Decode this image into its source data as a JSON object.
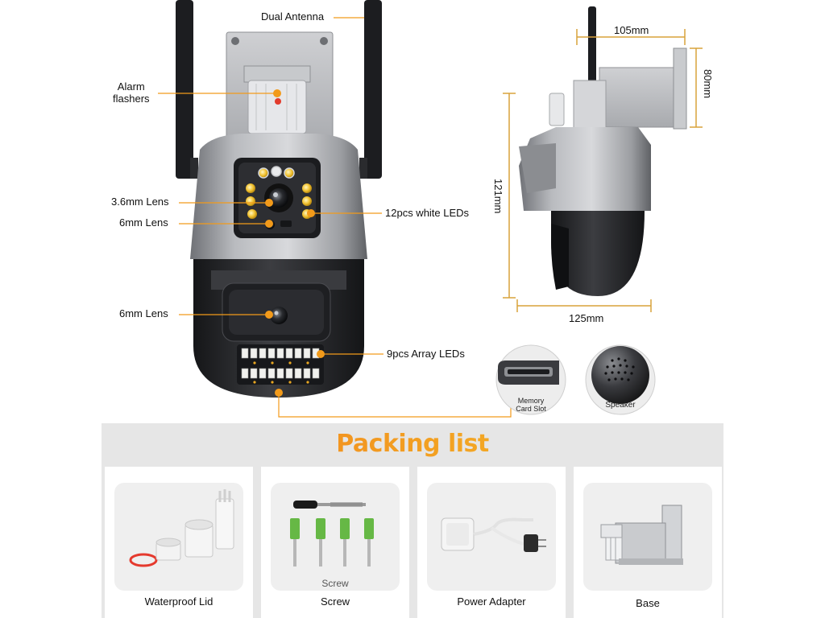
{
  "callouts": {
    "dual_antenna": "Dual Antenna",
    "alarm_flashers_line1": "Alarm",
    "alarm_flashers_line2": "flashers",
    "lens_36": "3.6mm Lens",
    "lens_6_top": "6mm Lens",
    "lens_6_bottom": "6mm Lens",
    "white_leds": "12pcs white LEDs",
    "array_leds": "9pcs Array LEDs"
  },
  "dimensions": {
    "width_top": "105mm",
    "height_mount": "80mm",
    "height_body": "121mm",
    "width_bottom": "125mm"
  },
  "thumbnails": {
    "memory_line1": "Memory",
    "memory_line2": "Card Slot",
    "speaker": "Speaker"
  },
  "packing_list": {
    "title": "Packing list",
    "items": [
      {
        "label": "Waterproof Lid"
      },
      {
        "label": "Screw",
        "image_caption": "Screw"
      },
      {
        "label": "Power Adapter"
      },
      {
        "label": "Base"
      }
    ]
  },
  "colors": {
    "callout_orange": "#f29a1a",
    "dimension_gold": "#d8a23a",
    "title_gradient_start": "#f07a1a",
    "title_gradient_end": "#f5c22a",
    "camera_silver": "#9a9ca0",
    "camera_dark": "#2b2c2f"
  }
}
